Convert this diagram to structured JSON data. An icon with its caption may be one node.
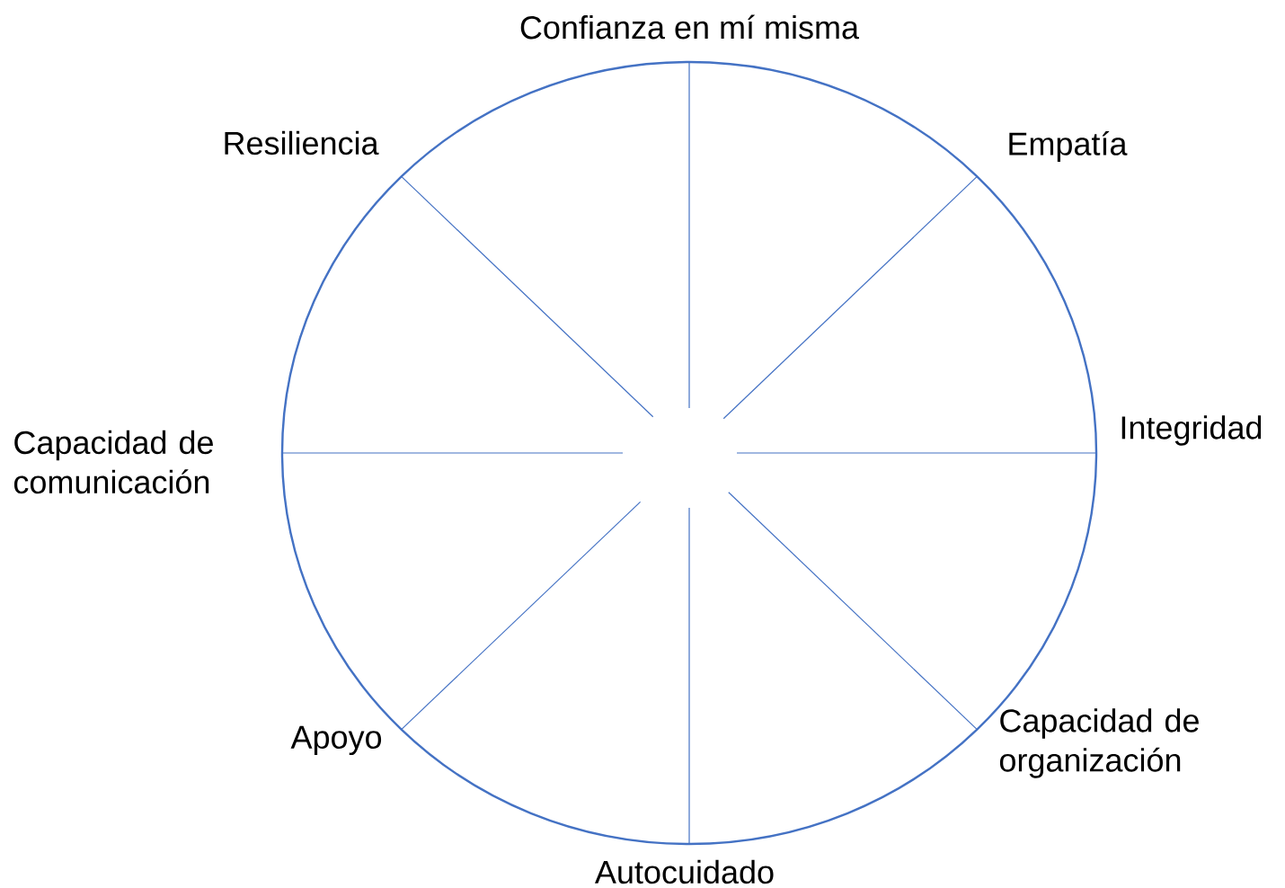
{
  "diagram": {
    "labels": [
      "Confianza en mí misma",
      "Resiliencia",
      "Empatía",
      "Integridad",
      "Capacidad de comunicación",
      "Apoyo",
      "Capacidad de organización",
      "Autocuidado"
    ]
  }
}
